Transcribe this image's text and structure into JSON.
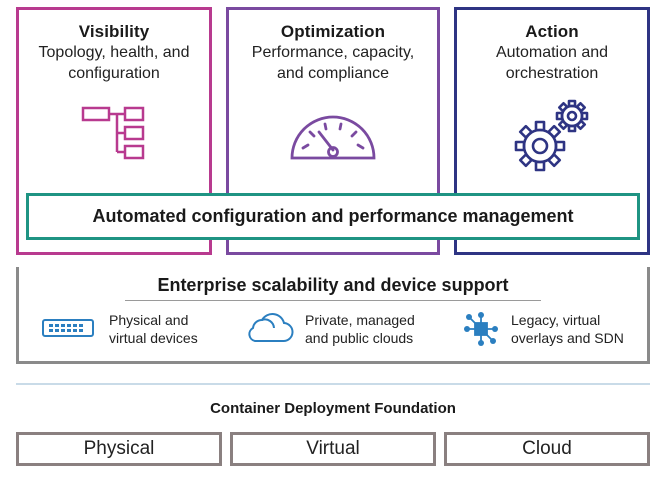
{
  "pillars": [
    {
      "title": "Visibility",
      "desc_line1": "Topology, health, and",
      "desc_line2": "configuration",
      "icon": "topology-tree-icon",
      "color": "#b83a8f"
    },
    {
      "title": "Optimization",
      "desc_line1": "Performance, capacity,",
      "desc_line2": "and compliance",
      "icon": "gauge-icon",
      "color": "#7a4aa0"
    },
    {
      "title": "Action",
      "desc_line1": "Automation and",
      "desc_line2": "orchestration",
      "icon": "gears-icon",
      "color": "#2e3483"
    }
  ],
  "automated_bar": {
    "label": "Automated configuration and performance management",
    "color": "#1f9483"
  },
  "enterprise": {
    "title": "Enterprise scalability and device support",
    "items": [
      {
        "line1": "Physical and",
        "line2": "virtual devices",
        "icon": "network-switch-icon"
      },
      {
        "line1": "Private, managed",
        "line2": "and public clouds",
        "icon": "cloud-icon"
      },
      {
        "line1": "Legacy, virtual",
        "line2": "overlays and SDN",
        "icon": "network-nodes-icon"
      }
    ],
    "icon_color": "#2b7fc0"
  },
  "foundation": {
    "title": "Container Deployment Foundation",
    "boxes": [
      "Physical",
      "Virtual",
      "Cloud"
    ]
  }
}
